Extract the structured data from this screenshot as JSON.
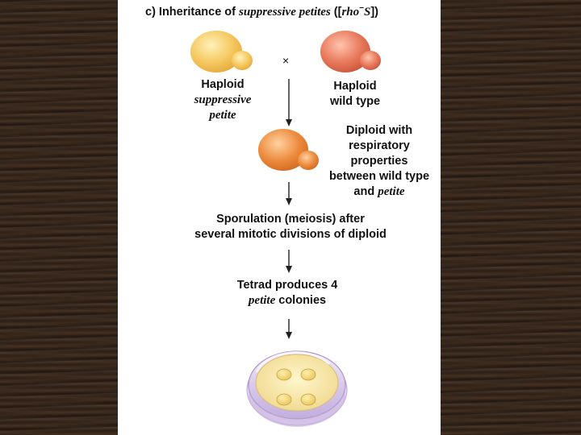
{
  "header": {
    "prefix": "c) Inheritance of ",
    "italic": "suppressive petites",
    "paren_open": " ([",
    "rho": "rho",
    "sup": "−",
    "s": "S",
    "paren_close": "])"
  },
  "cross_symbol": "×",
  "haploid_suppressive": {
    "line1": "Haploid",
    "line2": "suppressive",
    "line3": "petite"
  },
  "haploid_wild": {
    "line1": "Haploid",
    "line2": "wild type"
  },
  "diploid": {
    "line1": "Diploid with",
    "line2": "respiratory",
    "line3": "properties",
    "line4": "between wild type",
    "line5_prefix": "and ",
    "line5_italic": "petite"
  },
  "sporulation": {
    "line1": "Sporulation (meiosis) after",
    "line2": "several mitotic divisions of diploid"
  },
  "tetrad": {
    "line1": "Tetrad produces 4",
    "line2_italic": "petite",
    "line2_rest": " colonies"
  },
  "colors": {
    "suppressive_cell": "#f5c860",
    "wild_cell": "#e8785a",
    "diploid_cell": "#ec8a3c",
    "dish_rim": "#d8c8e8",
    "agar": "#f7e6a8",
    "colony": "#f1d27a"
  }
}
